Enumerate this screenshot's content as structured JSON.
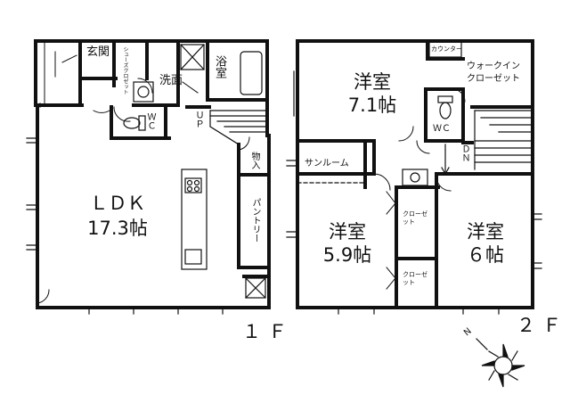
{
  "floor1": {
    "label": "１Ｆ",
    "rooms": {
      "genkan": "玄関",
      "shoes_closet": "シューズクロゼット",
      "senmen": "洗面",
      "yokushitsu": "浴室",
      "wc": "ＷＣ",
      "up": "ＵＰ",
      "monoire": "物入",
      "ldk_name": "ＬＤＫ",
      "ldk_size": "17.3帖",
      "pantry": "パントリー"
    }
  },
  "floor2": {
    "label": "２Ｆ",
    "rooms": {
      "yoshitsu_a_name": "洋室",
      "yoshitsu_a_size": "7.1帖",
      "counter": "カウンター",
      "walkin_line1": "ウォークイン",
      "walkin_line2": "クローゼット",
      "wc": "ＷＣ",
      "dn": "ＤＮ",
      "sunroom": "サンルーム",
      "yoshitsu_b_name": "洋室",
      "yoshitsu_b_size": "5.9帖",
      "closet_b": "クローゼット",
      "yoshitsu_c_name": "洋室",
      "yoshitsu_c_size": "６帖",
      "closet_c": "クローゼット"
    }
  },
  "compass": {
    "north": "N"
  },
  "colors": {
    "wall": "#111111",
    "line": "#222222",
    "bg": "#ffffff"
  }
}
